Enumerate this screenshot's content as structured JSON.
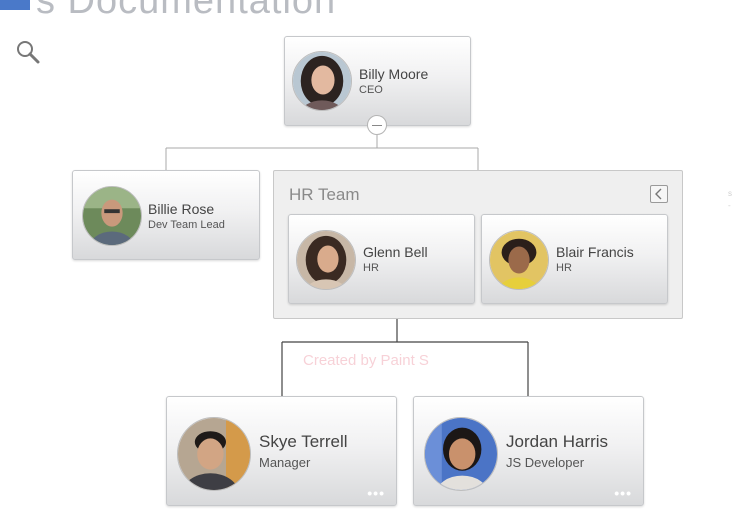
{
  "page": {
    "title": "s Documentation",
    "accent": "#4a79c9"
  },
  "toolbar": {
    "search_icon": "search-icon"
  },
  "chart": {
    "root": {
      "name": "Billy Moore",
      "role": "CEO"
    },
    "dev_lead": {
      "name": "Billie Rose",
      "role": "Dev Team Lead"
    },
    "hr_group": {
      "title": "HR Team",
      "members": [
        {
          "name": "Glenn Bell",
          "role": "HR"
        },
        {
          "name": "Blair Francis",
          "role": "HR"
        }
      ]
    },
    "reports": [
      {
        "name": "Skye Terrell",
        "role": "Manager",
        "more": "•••"
      },
      {
        "name": "Jordan Harris",
        "role": "JS Developer",
        "more": "•••"
      }
    ],
    "watermark": "Created by Paint S"
  }
}
